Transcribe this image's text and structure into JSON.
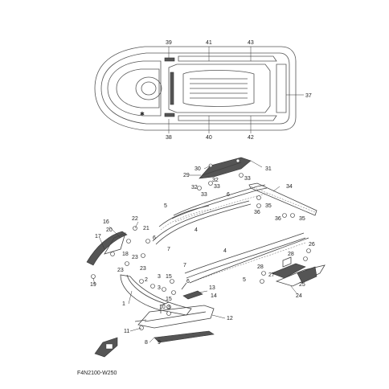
{
  "diagram": {
    "figure_code": "F4N2100-W250",
    "callouts": [
      {
        "id": "c39",
        "label": "39"
      },
      {
        "id": "c41",
        "label": "41"
      },
      {
        "id": "c43",
        "label": "43"
      },
      {
        "id": "c37",
        "label": "37"
      },
      {
        "id": "c38",
        "label": "38"
      },
      {
        "id": "c40",
        "label": "40"
      },
      {
        "id": "c42",
        "label": "42"
      },
      {
        "id": "c30",
        "label": "30"
      },
      {
        "id": "c29",
        "label": "29"
      },
      {
        "id": "c31",
        "label": "31"
      },
      {
        "id": "c32a",
        "label": "32"
      },
      {
        "id": "c32b",
        "label": "32"
      },
      {
        "id": "c33a",
        "label": "33"
      },
      {
        "id": "c33b",
        "label": "33"
      },
      {
        "id": "c33c",
        "label": "33"
      },
      {
        "id": "c34",
        "label": "34"
      },
      {
        "id": "c6a",
        "label": "6"
      },
      {
        "id": "c5a",
        "label": "5"
      },
      {
        "id": "c4a",
        "label": "4"
      },
      {
        "id": "c35a",
        "label": "35"
      },
      {
        "id": "c35b",
        "label": "35"
      },
      {
        "id": "c36a",
        "label": "36"
      },
      {
        "id": "c36b",
        "label": "36"
      },
      {
        "id": "c22",
        "label": "22"
      },
      {
        "id": "c16",
        "label": "16"
      },
      {
        "id": "c20",
        "label": "20"
      },
      {
        "id": "c17",
        "label": "17"
      },
      {
        "id": "c21",
        "label": "21"
      },
      {
        "id": "c18",
        "label": "18"
      },
      {
        "id": "c23a",
        "label": "23"
      },
      {
        "id": "c23b",
        "label": "23"
      },
      {
        "id": "c23c",
        "label": "23"
      },
      {
        "id": "c6b",
        "label": "6"
      },
      {
        "id": "c7a",
        "label": "7"
      },
      {
        "id": "c4b",
        "label": "4"
      },
      {
        "id": "c26",
        "label": "26"
      },
      {
        "id": "c28a",
        "label": "28"
      },
      {
        "id": "c28b",
        "label": "28"
      },
      {
        "id": "c27",
        "label": "27"
      },
      {
        "id": "c25",
        "label": "25"
      },
      {
        "id": "c24",
        "label": "24"
      },
      {
        "id": "c7b",
        "label": "7"
      },
      {
        "id": "c6c",
        "label": "6"
      },
      {
        "id": "c5b",
        "label": "5"
      },
      {
        "id": "c19",
        "label": "19"
      },
      {
        "id": "c2",
        "label": "2"
      },
      {
        "id": "c3a",
        "label": "3"
      },
      {
        "id": "c3b",
        "label": "3"
      },
      {
        "id": "c15a",
        "label": "15"
      },
      {
        "id": "c15b",
        "label": "15"
      },
      {
        "id": "c13",
        "label": "13"
      },
      {
        "id": "c14",
        "label": "14"
      },
      {
        "id": "c1",
        "label": "1"
      },
      {
        "id": "c10",
        "label": "10"
      },
      {
        "id": "c3c",
        "label": "3"
      },
      {
        "id": "c12",
        "label": "12"
      },
      {
        "id": "c11",
        "label": "11"
      },
      {
        "id": "c8",
        "label": "8"
      },
      {
        "id": "c9",
        "label": "9"
      }
    ]
  }
}
